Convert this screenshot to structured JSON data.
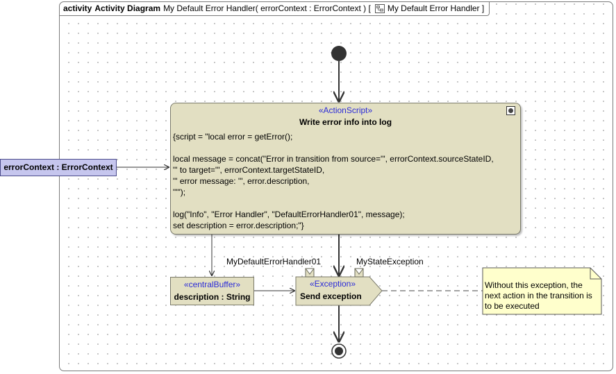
{
  "frame": {
    "kind": "activity",
    "diagram_name": "Activity Diagram",
    "signature": "My Default Error Handler( errorContext : ErrorContext ) [",
    "diagram_icon": "activity-diagram-icon",
    "context_name": "My Default Error Handler ]"
  },
  "action": {
    "stereotype": "«ActionScript»",
    "name": "Write error info into log",
    "script": "{script = \"local error = getError();\n\nlocal message = concat(\"Error in transition from source='\", errorContext.sourceStateID,\n\"' to target='\", errorContext.targetStateID,\n\"' error message: '\", error.description,\n\"'\");\n\nlog(\"Info\", \"Error Handler\", \"DefaultErrorHandler01\", message);\nset description = error.description;\"}",
    "icon": "call-behavior-icon"
  },
  "parameter": {
    "label": "errorContext : ErrorContext"
  },
  "central_buffer": {
    "stereotype": "«centralBuffer»",
    "name": "description : String"
  },
  "send_signal": {
    "stereotype": "«Exception»",
    "name": "Send exception"
  },
  "pins": [
    {
      "label": "MyDefaultErrorHandler01"
    },
    {
      "label": "MyStateException"
    }
  ],
  "note": {
    "text": "Without this exception, the next action in the transition is to be executed"
  },
  "colors": {
    "action_fill": "#e2dfc2",
    "parameter_fill": "#c6c6ee",
    "note_fill": "#ffffcc",
    "stereotype_text": "#2a2ad8"
  }
}
